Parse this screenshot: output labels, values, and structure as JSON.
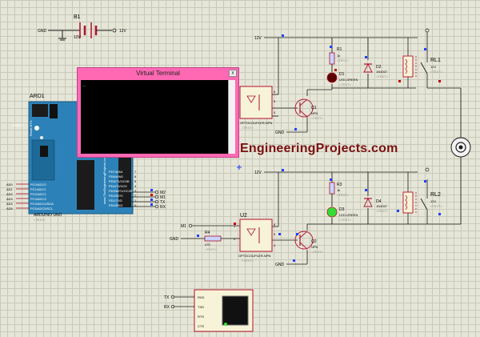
{
  "watermark": "EngineeringProjects.com",
  "virtual_terminal": {
    "title": "Virtual Terminal",
    "close": "x",
    "cursor": "_"
  },
  "battery": {
    "label": "B1",
    "voltage": "12V",
    "gnd": "GND",
    "out": "12V"
  },
  "arduino": {
    "label": "ARD1",
    "part": "ARDUINO UNO",
    "text": "<TEXT>",
    "brand": "www.TheEngineeringProjects.com",
    "left_pins": [
      "AD0",
      "AD1",
      "AD2",
      "AD3",
      "AD4",
      "AD5"
    ],
    "left_pin_names": [
      "PC0/ADC0",
      "PC1/ADC1",
      "PC2/ADC2",
      "PC3/ADC3",
      "PC4/ADC4/SDA",
      "PC5/ADC5/SCL"
    ],
    "right_pin_names": [
      "PD7/AIN1",
      "PD6/AIN0",
      "PD5/T1/OC0B",
      "PD4/T0/XCK",
      "PD3/INT1/OC2B",
      "PD2/INT0",
      "PD1/TXD",
      "PD0/RXD"
    ],
    "right_pin_nums": [
      "7",
      "6",
      "5",
      "4",
      "3",
      "2",
      "1",
      "0"
    ],
    "reset": "RESET",
    "reset_btn": "Reset BTN"
  },
  "net_labels": {
    "m2": "M2",
    "m1": "M1",
    "tx": "TX",
    "rx": "RX"
  },
  "top_circuit": {
    "supply": "12V",
    "opto_pins": [
      "6",
      "5",
      "4"
    ],
    "gnd": "GND",
    "optocoupler": "OPTOCOUPLER-NPN",
    "q1": "Q1",
    "q1_type": "NPN",
    "r1": "R1",
    "r1_val": "1k",
    "d1": "D1",
    "d1_type": "LED-GREEN",
    "d2": "D2",
    "d2_type": "1N4007",
    "rl1": "RL1",
    "rl1_val": "12V",
    "text": "<TEXT>"
  },
  "bottom_circuit": {
    "supply": "12V",
    "m1": "M1",
    "gnd_left": "GND",
    "gnd_right": "GND",
    "u2": "U2",
    "opto_pins": [
      "1",
      "2",
      "6",
      "5",
      "4"
    ],
    "optocoupler": "OPTOCOUPLER-NPN",
    "r4": "R4",
    "r4_val": "470",
    "q2": "Q2",
    "q2_type": "NPN",
    "r3": "R3",
    "r3_val": "1k",
    "d3": "D3",
    "d3_type": "LED-GREEN",
    "d4": "D4",
    "d4_type": "1N4007",
    "rl2": "RL2",
    "rl2_val": "12V",
    "text": "<TEXT>"
  },
  "serial_terminal": {
    "pins": [
      "RXD",
      "TXD",
      "RTS",
      "CTS"
    ],
    "tx": "TX",
    "rx": "RX"
  },
  "colors": {
    "wire": "#1a1a1a",
    "component": "#b0102a",
    "pin_blue": "#2040ff",
    "pin_red": "#cc0000",
    "led_on": "#33dd33",
    "led_off": "#5a0000",
    "terminal_frame": "#ff69b4"
  }
}
